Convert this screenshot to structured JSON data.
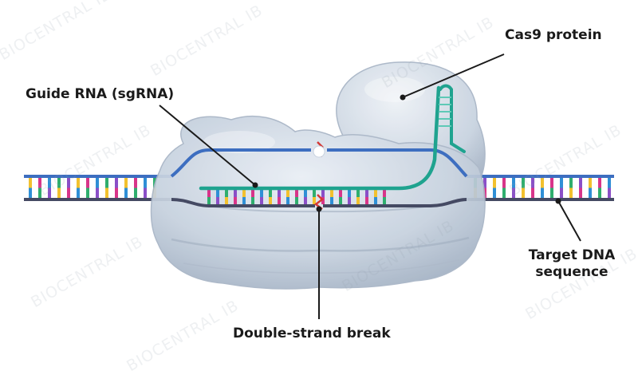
{
  "labels": {
    "cas9": "Cas9 protein",
    "guide": "Guide RNA (sgRNA)",
    "target_line1": "Target DNA",
    "target_line2": "sequence",
    "dsb": "Double-strand break"
  },
  "watermark": "BIOCENTRAL IB",
  "colors": {
    "dna_top": "#3d6ec0",
    "dna_bottom": "#454a63",
    "rna": "#1fa38f",
    "protein": "#b9c6d6",
    "break": "#d43a36",
    "text": "#1a1a1a",
    "bases": [
      "#f2c12e",
      "#d8358a",
      "#2f8fd6",
      "#2fae6e",
      "#8a4fc7"
    ]
  }
}
